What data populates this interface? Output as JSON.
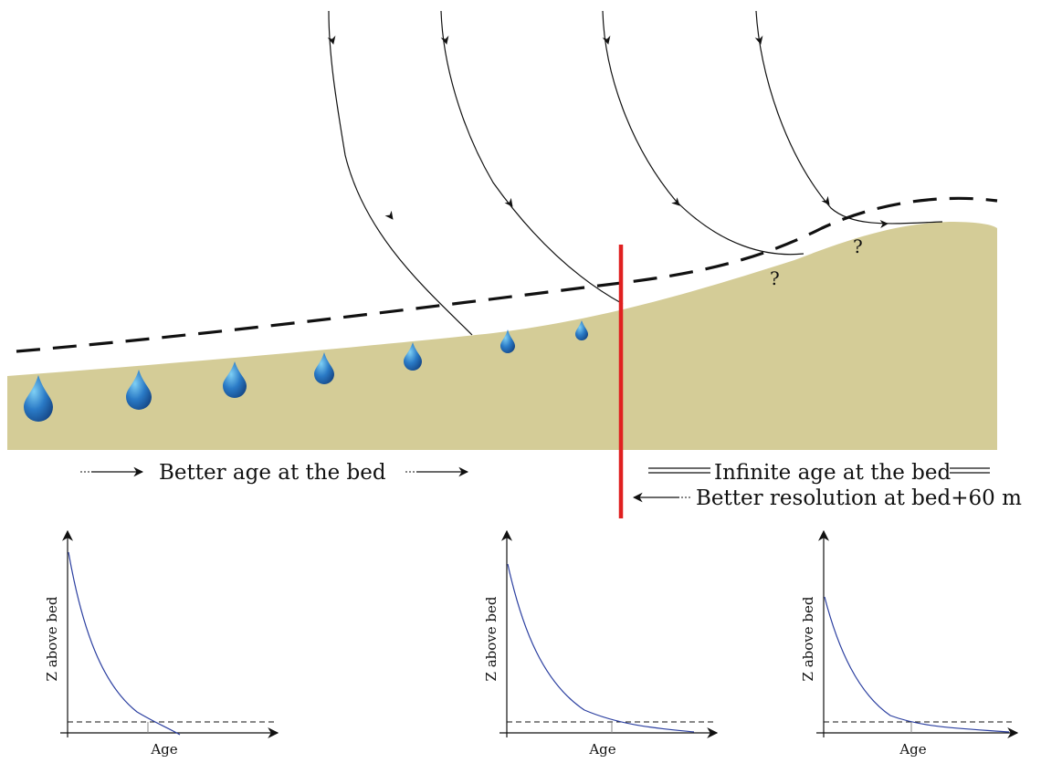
{
  "labels": {
    "better_age": "Better age at the bed",
    "infinite_age": "Infinite age at the bed",
    "better_resolution": "Better resolution at bed+60 m",
    "question_mark": "?"
  },
  "colors": {
    "bedrock": "#d4cc97",
    "divider": "#e02020",
    "profile": "#2b3fa0",
    "droplet": "#2a7ac6"
  },
  "plots": [
    {
      "ylabel": "Z above bed",
      "xlabel": "Age"
    },
    {
      "ylabel": "Z above bed",
      "xlabel": "Age"
    },
    {
      "ylabel": "Z above bed",
      "xlabel": "Age"
    }
  ]
}
